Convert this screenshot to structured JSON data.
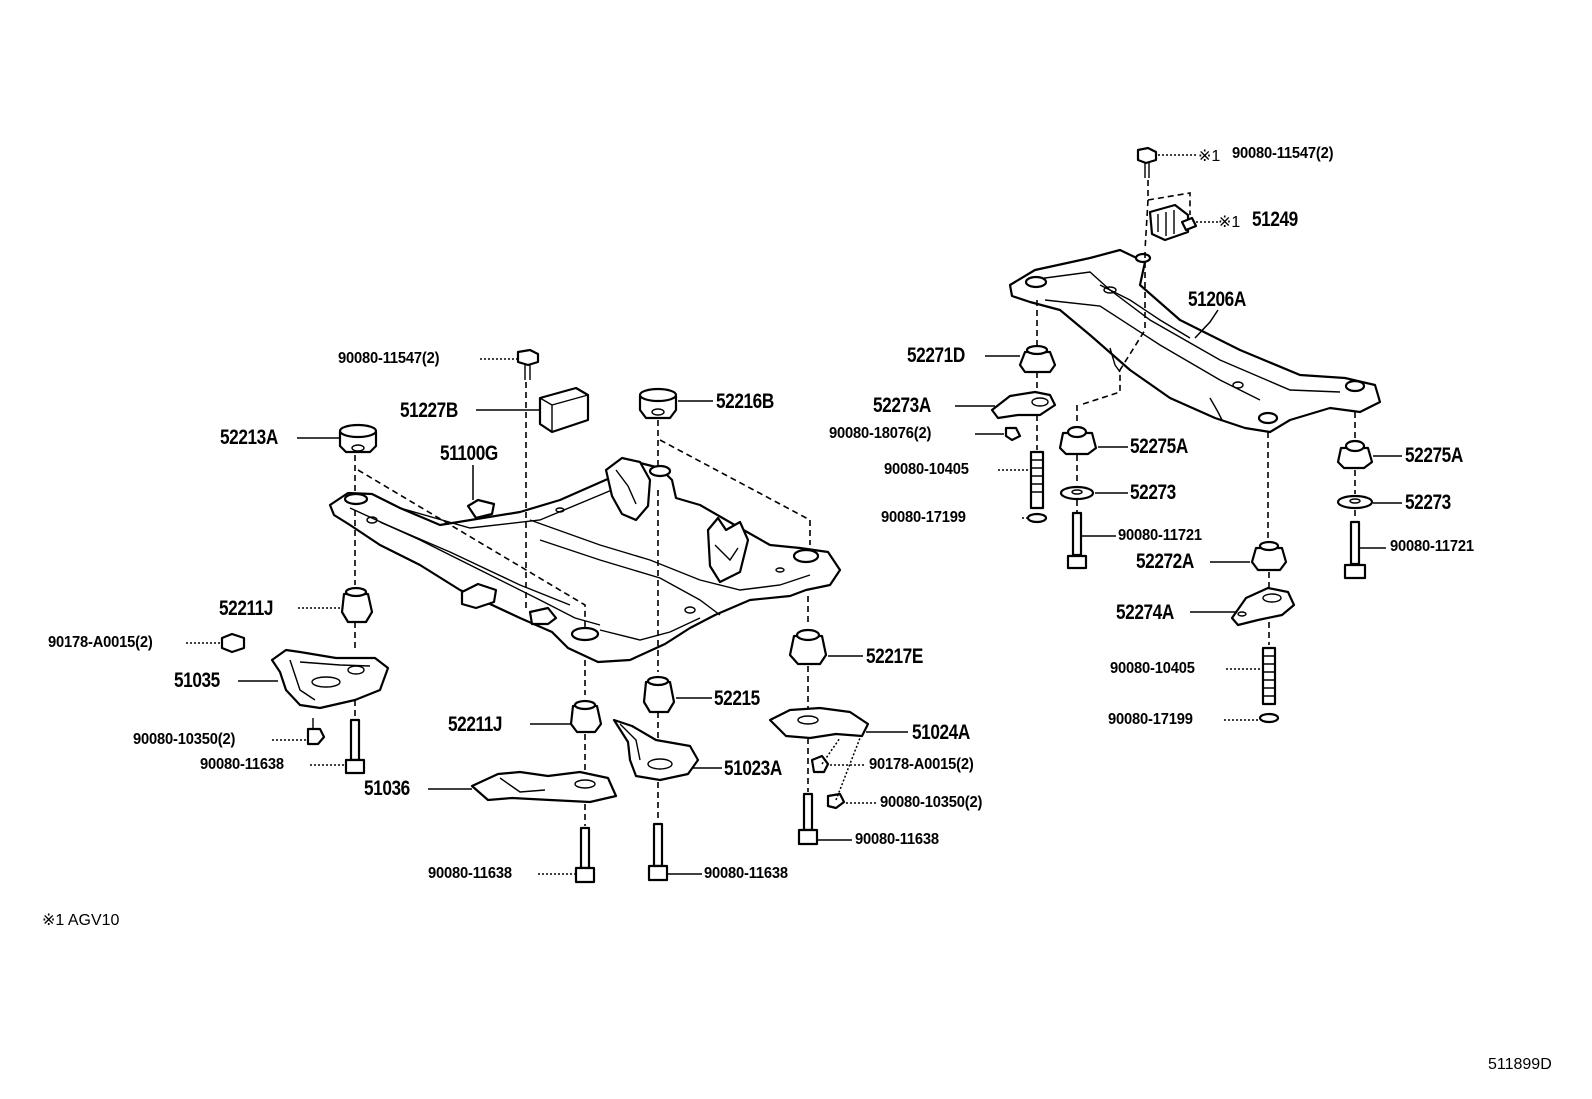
{
  "colors": {
    "ink": "#000000",
    "background": "#ffffff"
  },
  "callouts": {
    "c90080_11547_top": "90080-11547(2)",
    "c51249": "51249",
    "mark1a": "※1",
    "mark1b": "※1",
    "c51206A": "51206A",
    "c52271D": "52271D",
    "c52273A": "52273A",
    "c90080_18076": "90080-18076(2)",
    "c90080_10405_l": "90080-10405",
    "c90080_17199_l": "90080-17199",
    "c52275A_l": "52275A",
    "c52273_l": "52273",
    "c90080_11721_l": "90080-11721",
    "c52275A_r": "52275A",
    "c52273_r": "52273",
    "c90080_11721_r": "90080-11721",
    "c52272A": "52272A",
    "c52274A": "52274A",
    "c90080_10405_r": "90080-10405",
    "c90080_17199_r": "90080-17199",
    "c90080_11547_mid": "90080-11547(2)",
    "c51227B": "51227B",
    "c52216B": "52216B",
    "c52213A": "52213A",
    "c51100G": "51100G",
    "c52211J_l": "52211J",
    "c90178_A0015_l": "90178-A0015(2)",
    "c51035": "51035",
    "c90080_10350_l": "90080-10350(2)",
    "c90080_11638_a": "90080-11638",
    "c52211J_m": "52211J",
    "c52215": "52215",
    "c52217E": "52217E",
    "c51024A": "51024A",
    "c51023A": "51023A",
    "c90178_A0015_r": "90178-A0015(2)",
    "c90080_10350_r": "90080-10350(2)",
    "c90080_11638_b": "90080-11638",
    "c51036": "51036",
    "c90080_11638_c": "90080-11638",
    "c90080_11638_d": "90080-11638"
  },
  "note": "※1 AGV10",
  "diagram_code": "511899D"
}
